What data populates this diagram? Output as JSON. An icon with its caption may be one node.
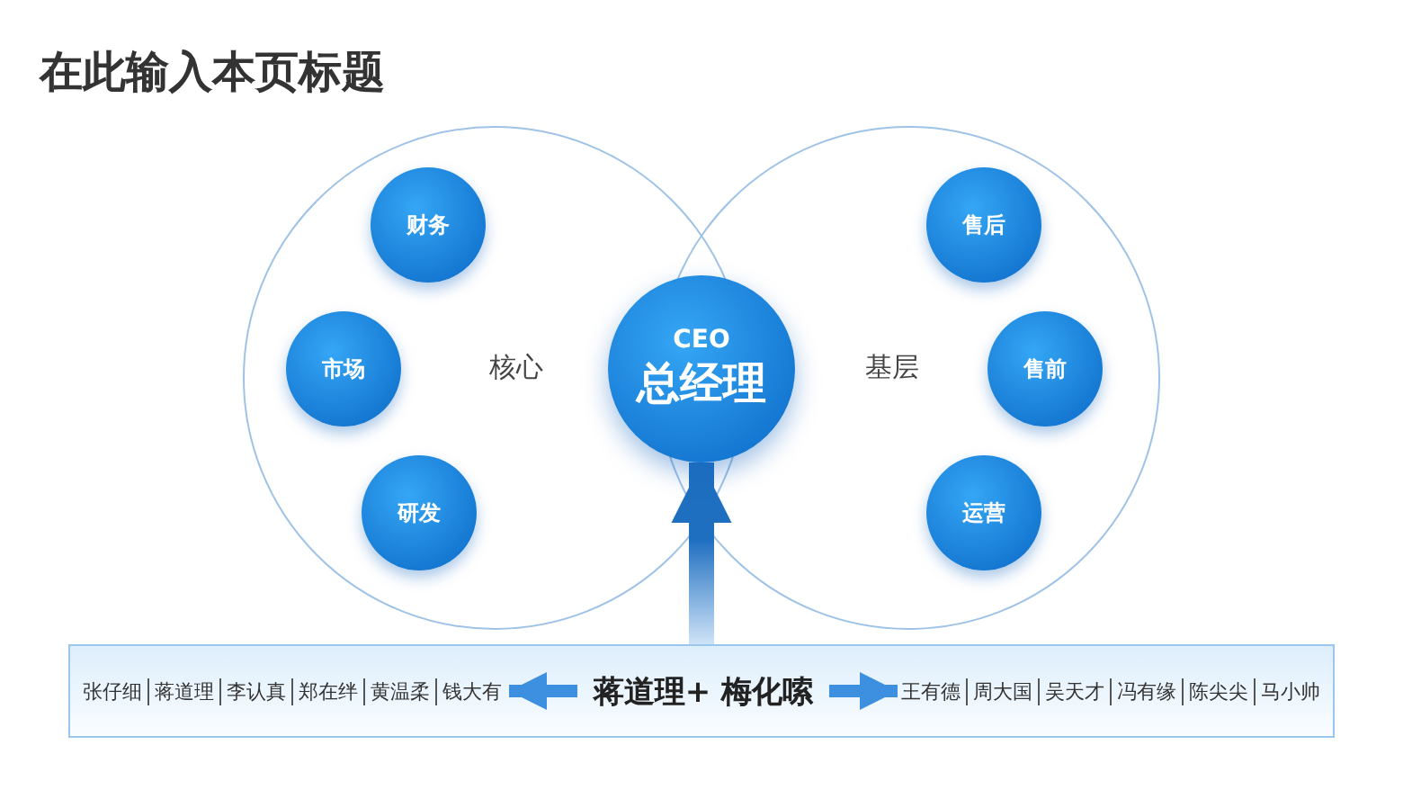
{
  "diagram": {
    "title": "在此输入本页标题",
    "nodes": [
      {
        "text": [
          "核心"
        ]
      },
      {
        "text": [
          "财务"
        ],
        "in": 0
      },
      {
        "text": [
          "市场"
        ],
        "in": 0
      },
      {
        "text": [
          "研发"
        ],
        "in": 0
      },
      {
        "text": [
          "基层"
        ]
      },
      {
        "text": [
          "售后"
        ],
        "in": 4
      },
      {
        "text": [
          "售前"
        ],
        "in": 4
      },
      {
        "text": [
          "运营"
        ],
        "in": 4
      },
      {
        "text": [
          "CEO",
          "总经理"
        ]
      },
      {
        "text": [],
        "shape": "box"
      },
      {
        "text": [
          "蒋道理+ 梅化嗦"
        ],
        "in": 9
      },
      {
        "text": [
          "张仔细",
          "蒋道理",
          "李认真",
          "郑在绊",
          "黄温柔",
          "钱大有"
        ],
        "in": 9
      },
      {
        "text": [
          "王有德",
          "周大国",
          "吴天才",
          "冯有缘",
          "陈尖尖",
          "马小帅"
        ],
        "in": 9
      }
    ],
    "edges": [
      {
        "from": 9,
        "to": 8,
        "arrow": "to",
        "style": "thick"
      },
      {
        "from": 10,
        "to": 11,
        "arrow": "to"
      },
      {
        "from": 10,
        "to": 12,
        "arrow": "to"
      }
    ]
  }
}
